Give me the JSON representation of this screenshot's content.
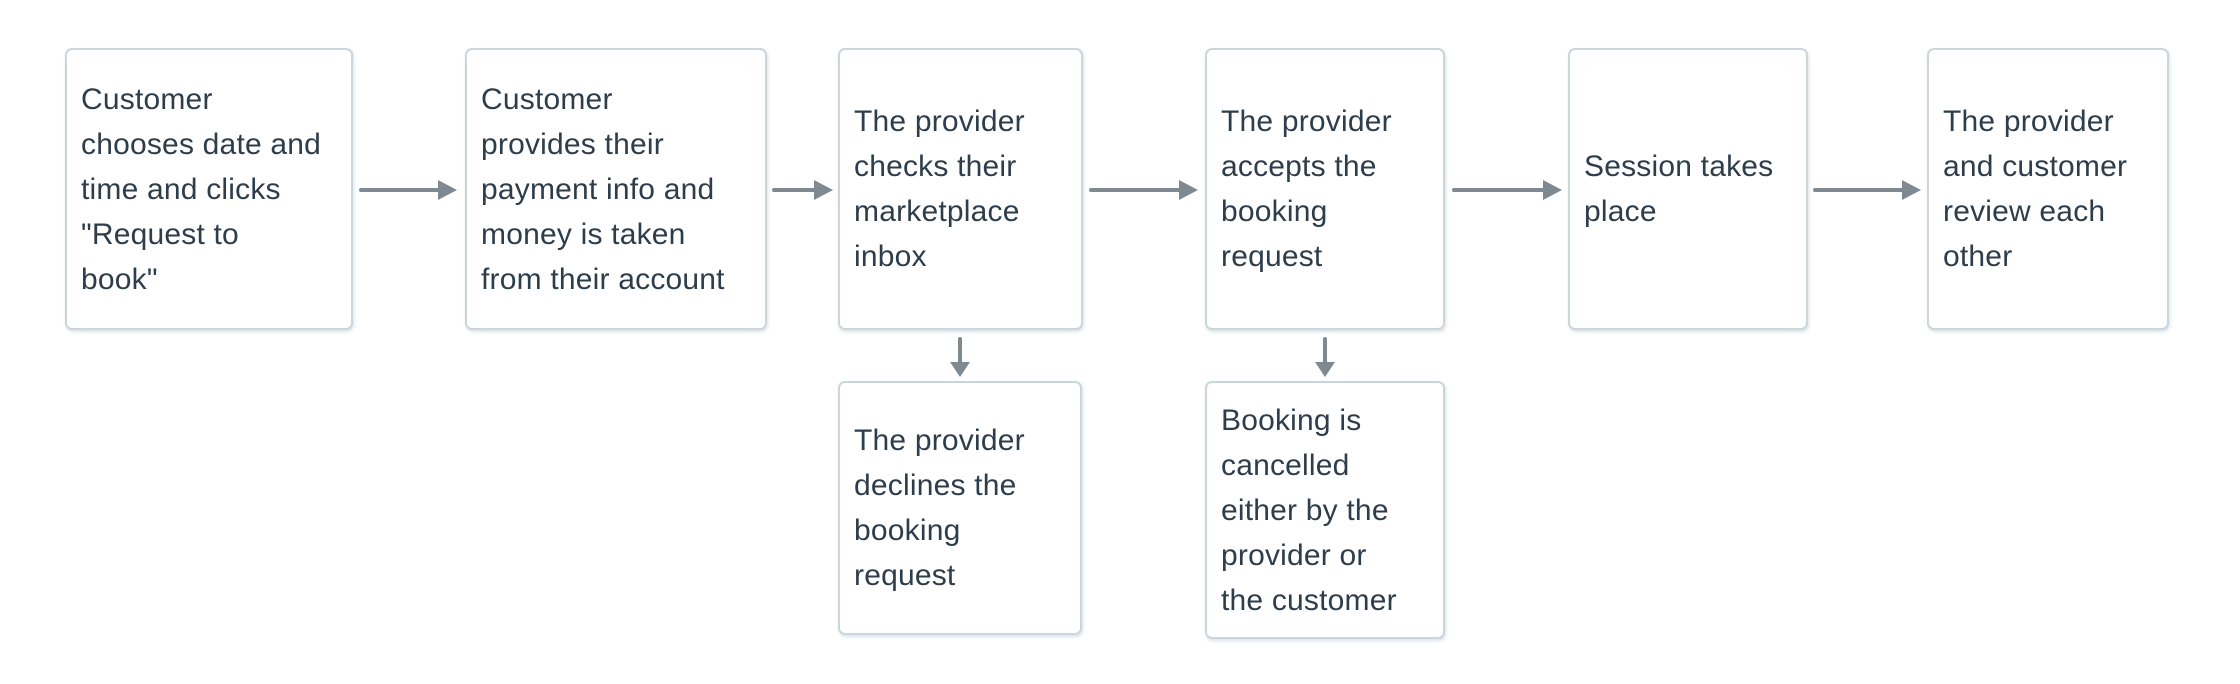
{
  "theme": {
    "background": "#ffffff",
    "box_fill": "#ffffff",
    "box_border": "#cbd5dc",
    "text_color": "#2e3d4b",
    "arrow_color": "#7e8992"
  },
  "flow": {
    "steps": [
      {
        "id": "step-1",
        "label": "Customer\nchooses date and\ntime and clicks\n\"Request to\nbook\""
      },
      {
        "id": "step-2",
        "label": "Customer\nprovides their\npayment info and\nmoney is taken\nfrom their account"
      },
      {
        "id": "step-3",
        "label": "The provider\nchecks their\nmarketplace\ninbox"
      },
      {
        "id": "step-4",
        "label": "The provider\naccepts the\nbooking\nrequest"
      },
      {
        "id": "step-5",
        "label": "Session takes\nplace"
      },
      {
        "id": "step-6",
        "label": "The provider\nand customer\nreview each\nother"
      }
    ],
    "branches": [
      {
        "id": "branch-decline",
        "from": "step-3",
        "label": "The provider\ndeclines the\nbooking\nrequest"
      },
      {
        "id": "branch-cancel",
        "from": "step-4",
        "label": "Booking is\ncancelled\neither by the\nprovider or\nthe customer"
      }
    ],
    "connections": [
      {
        "from": "step-1",
        "to": "step-2",
        "direction": "right"
      },
      {
        "from": "step-2",
        "to": "step-3",
        "direction": "right"
      },
      {
        "from": "step-3",
        "to": "step-4",
        "direction": "right"
      },
      {
        "from": "step-4",
        "to": "step-5",
        "direction": "right"
      },
      {
        "from": "step-5",
        "to": "step-6",
        "direction": "right"
      },
      {
        "from": "step-3",
        "to": "branch-decline",
        "direction": "down"
      },
      {
        "from": "step-4",
        "to": "branch-cancel",
        "direction": "down"
      }
    ]
  }
}
